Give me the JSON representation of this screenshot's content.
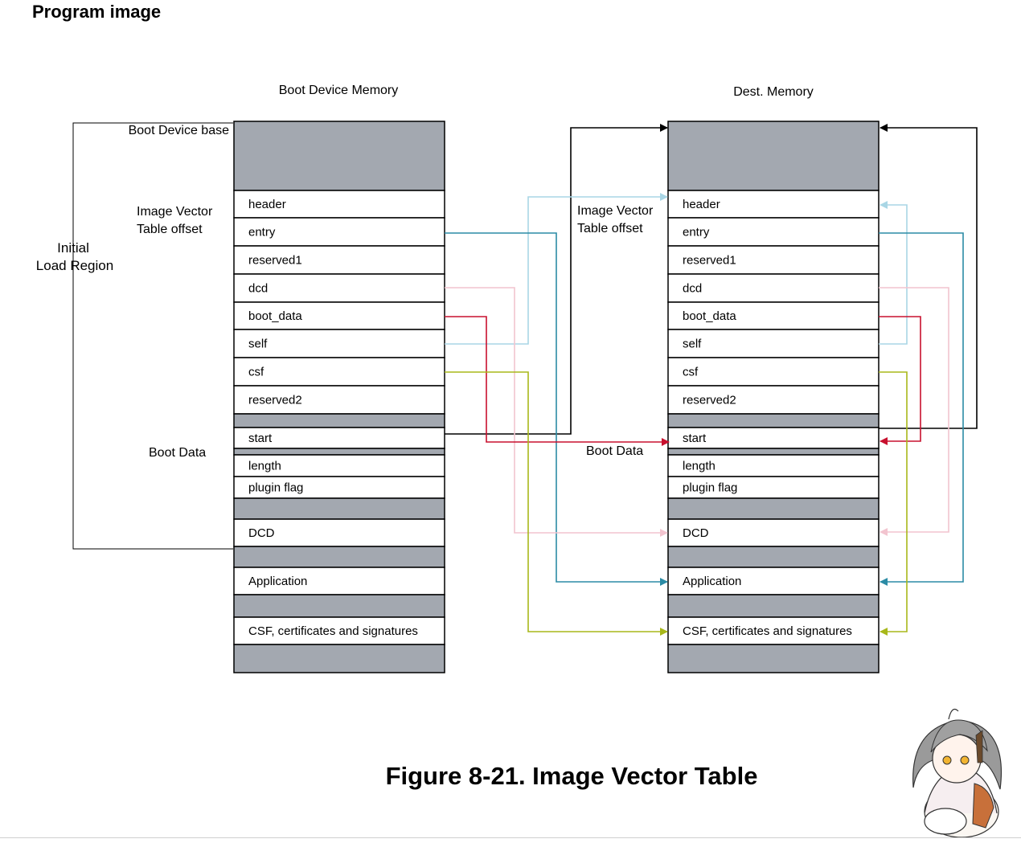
{
  "page": {
    "heading": "Program image",
    "figure_caption": "Figure 8-21. Image Vector Table"
  },
  "diagram": {
    "left_column_title": "Boot Device Memory",
    "right_column_title": "Dest. Memory",
    "labels": {
      "boot_device_base": "Boot Device base",
      "ivt_offset_line1": "Image Vector",
      "ivt_offset_line2": "Table offset",
      "initial_line1": "Initial",
      "initial_line2": "Load Region",
      "boot_data": "Boot Data"
    },
    "cells": [
      {
        "key": "header",
        "label": "header"
      },
      {
        "key": "entry",
        "label": "entry"
      },
      {
        "key": "reserved1",
        "label": "reserved1"
      },
      {
        "key": "dcd",
        "label": "dcd"
      },
      {
        "key": "boot_data",
        "label": "boot_data"
      },
      {
        "key": "self",
        "label": "self"
      },
      {
        "key": "csf",
        "label": "csf"
      },
      {
        "key": "reserved2",
        "label": "reserved2"
      },
      {
        "key": "start",
        "label": "start"
      },
      {
        "key": "length",
        "label": "length"
      },
      {
        "key": "plugin_flag",
        "label": "plugin flag"
      },
      {
        "key": "dcd_block",
        "label": "DCD"
      },
      {
        "key": "application",
        "label": "Application"
      },
      {
        "key": "csf_block",
        "label": "CSF, certificates and signatures"
      }
    ],
    "arrow_colors": {
      "start": "#000000",
      "self": "#a9d6e5",
      "entry": "#2b8ba5",
      "dcd": "#f2c4cf",
      "boot_data": "#c8102e",
      "csf": "#a8b81a"
    },
    "fill_colors": {
      "reserved_block": "#a3a8b0",
      "cell": "#ffffff",
      "outline": "#000000"
    }
  }
}
